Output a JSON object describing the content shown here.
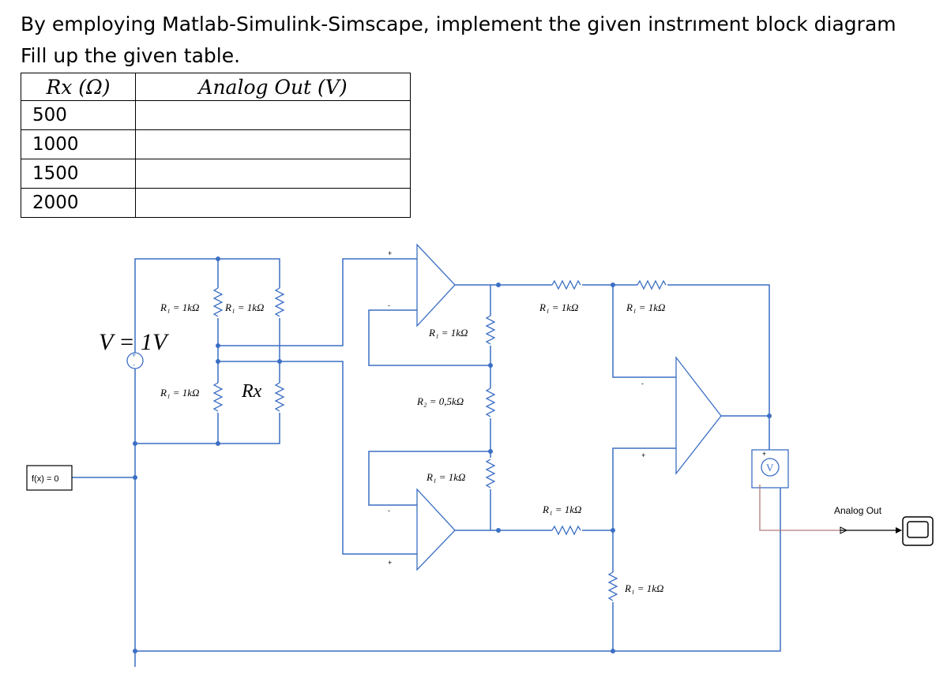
{
  "instructions": {
    "line1": "By employing Matlab-Simulink-Simscape, implement the given instrıment block diagram",
    "line2": "Fill up the given table."
  },
  "table": {
    "headers": [
      "Rx (Ω)",
      "Analog Out (V)"
    ],
    "rows": [
      {
        "rx": "500",
        "out": ""
      },
      {
        "rx": "1000",
        "out": ""
      },
      {
        "rx": "1500",
        "out": ""
      },
      {
        "rx": "2000",
        "out": ""
      }
    ]
  },
  "diagram": {
    "source_label": "V = 1V",
    "const_block": "f(x) = 0",
    "labels": {
      "bridge_top_left": "R₁ = 1kΩ",
      "bridge_top_right": "R₁ = 1kΩ",
      "bridge_bottom_left": "R₁ = 1kΩ",
      "rx": "Rx",
      "feedback_top": "R₁ = 1kΩ",
      "gain": "R₂ = 0,5kΩ",
      "feedback_bottom": "R₁ = 1kΩ",
      "diff_top_in": "R₁ = 1kΩ",
      "diff_top_fb": "R₁ = 1kΩ",
      "diff_bottom_in": "R₁ = 1kΩ",
      "diff_bottom_gnd": "R₁ = 1kΩ"
    },
    "voltmeter": "V",
    "scope_label": "Analog Out",
    "colors": {
      "wire": "#3b6fc4",
      "signal": "#b07a7a",
      "black": "#000000"
    }
  }
}
